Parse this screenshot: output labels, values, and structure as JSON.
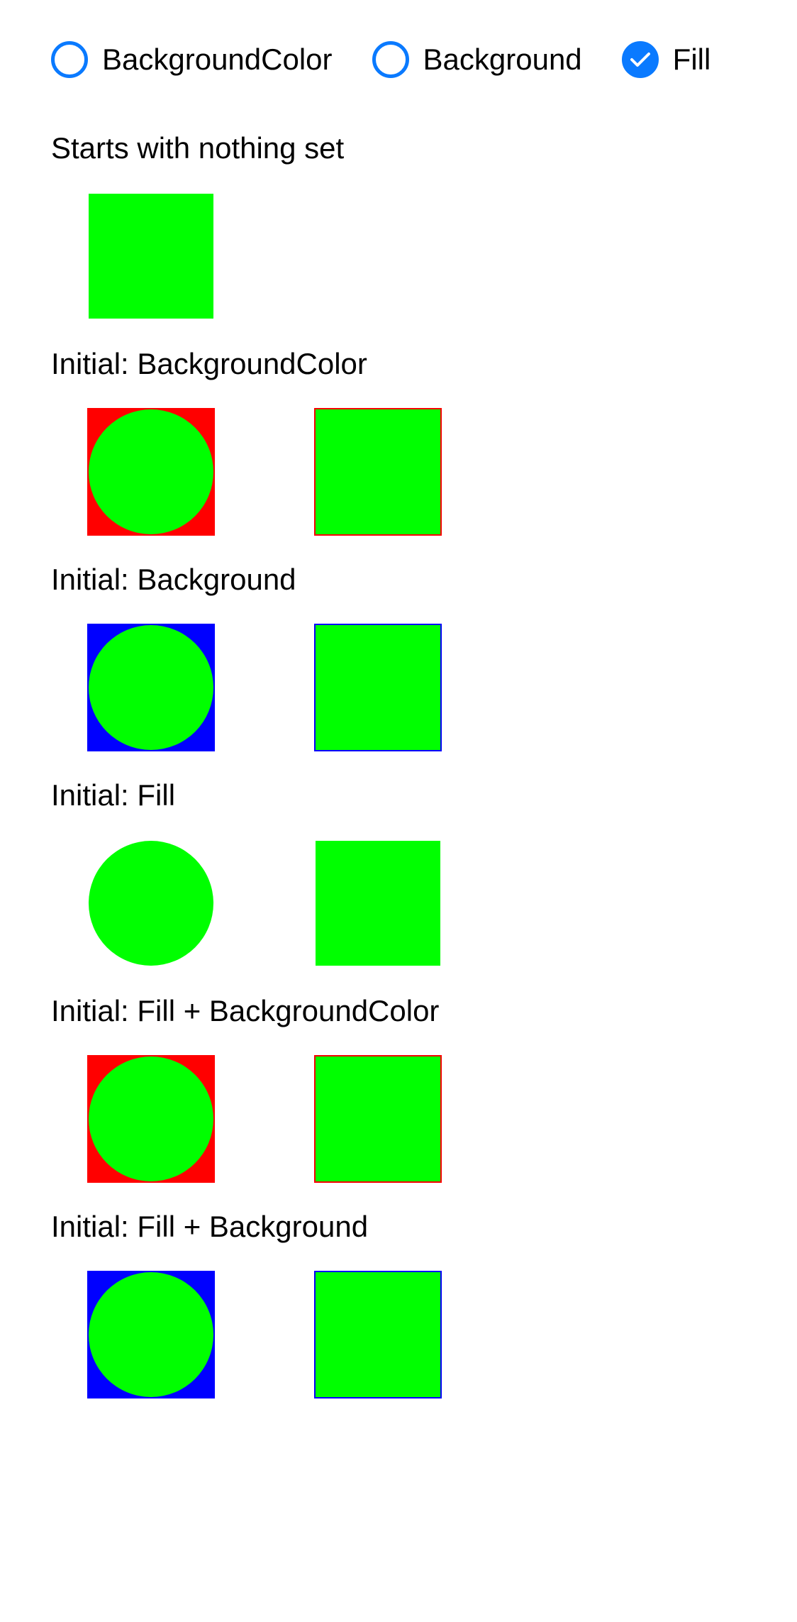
{
  "colors": {
    "accent": "#0a7aff",
    "fill_green": "#00ff00",
    "background_color_red": "#ff0000",
    "background_blue": "#0000ff"
  },
  "options": [
    {
      "label": "BackgroundColor",
      "checked": false
    },
    {
      "label": "Background",
      "checked": false
    },
    {
      "label": "Fill",
      "checked": true
    }
  ],
  "sections": [
    {
      "title": "Starts with nothing set"
    },
    {
      "title": "Initial: BackgroundColor"
    },
    {
      "title": "Initial: Background"
    },
    {
      "title": "Initial: Fill"
    },
    {
      "title": "Initial: Fill + BackgroundColor"
    },
    {
      "title": "Initial: Fill + Background"
    }
  ]
}
